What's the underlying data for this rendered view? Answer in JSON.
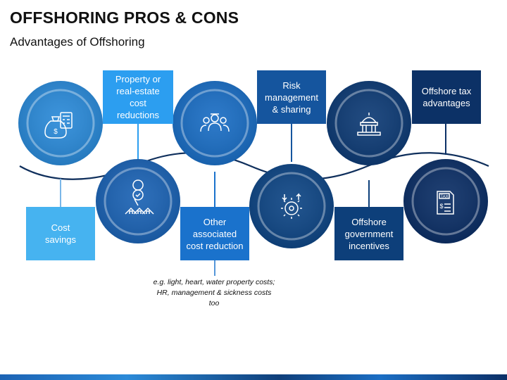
{
  "header": {
    "title": "OFFSHORING PROS & CONS",
    "subtitle": "Advantages of Offshoring"
  },
  "items": [
    {
      "label": "Cost\nsavings",
      "icon": "money-bag-calculator-icon",
      "color": "#46b3f0",
      "circle_color": "#2b8ad8"
    },
    {
      "label": "Property or\nreal-estate\ncost\nreductions",
      "icon": "houses-check-icon",
      "color": "#2c9ef0",
      "circle_color": "#1c63b4"
    },
    {
      "label": "Other\nassociated\ncost reduction",
      "icon": "team-people-icon",
      "color": "#1a72cc",
      "circle_color": "#1b6ec4"
    },
    {
      "label": "Risk\nmanagement\n& sharing",
      "icon": "gear-arrows-icon",
      "color": "#15559e",
      "circle_color": "#0f4685"
    },
    {
      "label": "Offshore\ngovernment\nincentives",
      "icon": "capitol-building-icon",
      "color": "#0d3f7a",
      "circle_color": "#0e3b75"
    },
    {
      "label": "Offshore tax\nadvantages",
      "icon": "tax-document-icon",
      "color": "#0c3166",
      "circle_color": "#0c2f66"
    }
  ],
  "note": "e.g. light, heart, water property costs; HR, management & sickness costs too"
}
